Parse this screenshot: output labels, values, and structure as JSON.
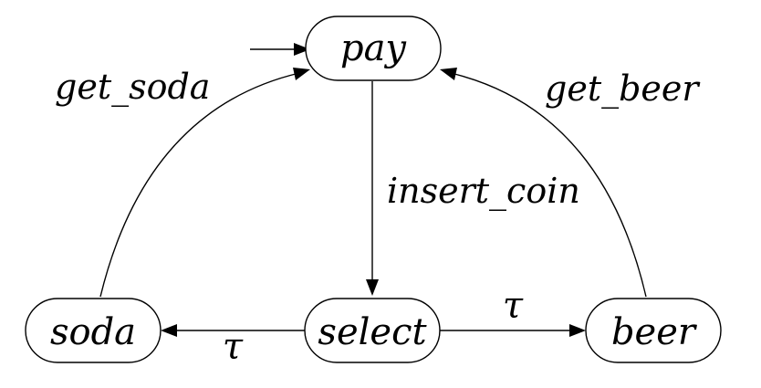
{
  "states": {
    "pay": "pay",
    "select": "select",
    "soda": "soda",
    "beer": "beer"
  },
  "transitions": {
    "pay_to_select": "insert_coin",
    "select_to_soda": "τ",
    "select_to_beer": "τ",
    "soda_to_pay": "get_soda",
    "beer_to_pay": "get_beer"
  },
  "initial_state": "pay"
}
